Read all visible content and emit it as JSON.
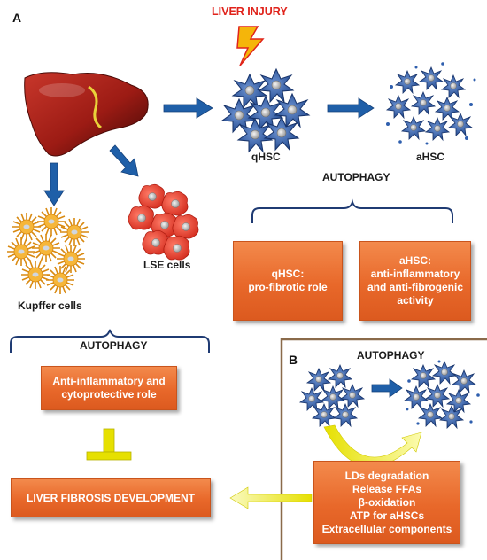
{
  "panel_a": {
    "letter": "A",
    "liver_injury": "LIVER INJURY",
    "qhsc_label": "qHSC",
    "ahsc_label": "aHSC",
    "lse_label": "LSE cells",
    "kupffer_label": "Kupffer cells",
    "autophagy_top": "AUTOPHAGY",
    "autophagy_left": "AUTOPHAGY",
    "qhsc_box": {
      "line1": "qHSC:",
      "line2": "pro-fibrotic role"
    },
    "ahsc_box": {
      "line1": "aHSC:",
      "line2": "anti-inflammatory",
      "line3": "and anti-fibrogenic",
      "line4": "activity"
    },
    "kupffer_box": {
      "line1": "Anti-inflammatory and",
      "line2": "cytoprotective role"
    },
    "fibrosis_box": "LIVER FIBROSIS DEVELOPMENT"
  },
  "panel_b": {
    "letter": "B",
    "autophagy": "AUTOPHAGY",
    "list": [
      "LDs degradation",
      "Release FFAs",
      "β-oxidation",
      "ATP for aHSCs",
      "Extracellular components"
    ]
  },
  "colors": {
    "arrow_blue": "#1f5fa8",
    "box_orange": "#e8682a",
    "bracket_navy": "#1f3b73",
    "inhibit_yellow": "#e6e000",
    "injury_red": "#e0231b",
    "cell_blue": "#2f5fae",
    "kupffer_orange": "#f2a12e",
    "lse_red": "#e83a2b",
    "liver_red": "#9c1b14",
    "panel_b_border": "#8a6a4a"
  },
  "icons": [
    "liver-icon",
    "lightning-icon",
    "stellate-cell-icon",
    "kupffer-cell-icon",
    "lse-cell-icon",
    "inhibition-bar-icon"
  ]
}
